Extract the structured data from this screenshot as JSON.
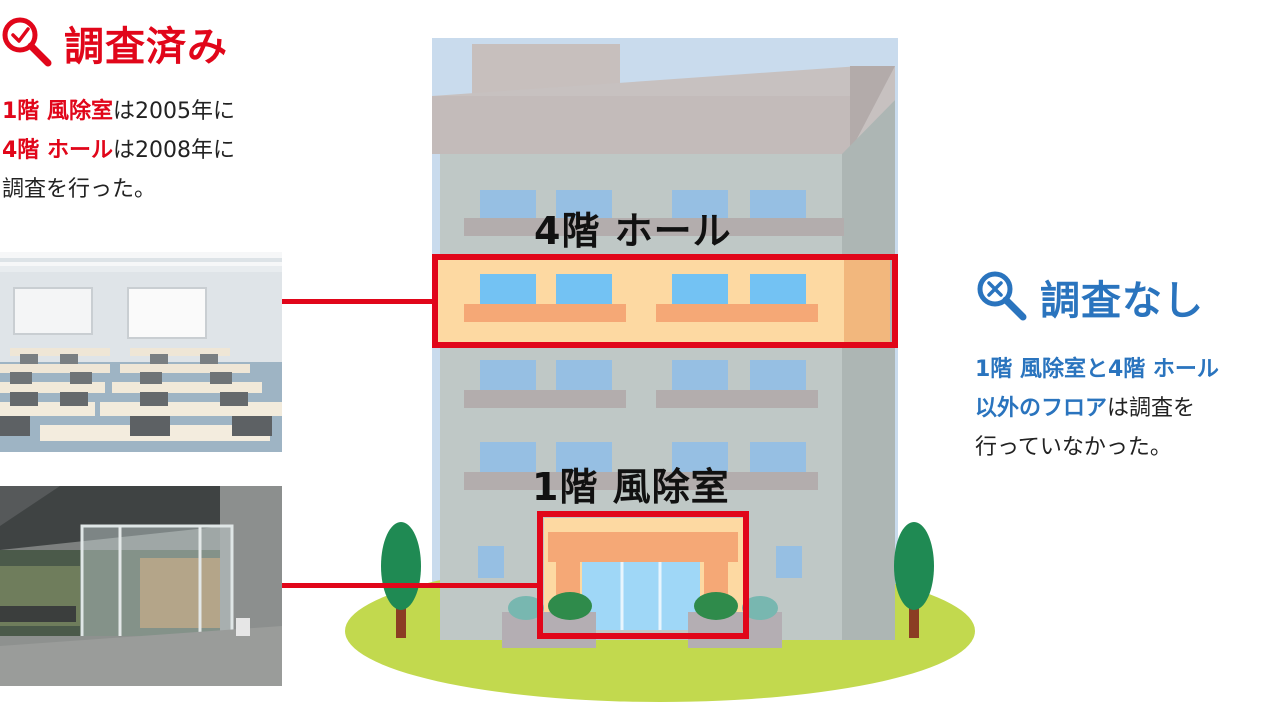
{
  "surveyed": {
    "title": "調査済み",
    "icon": "magnifier-check-icon",
    "color": "#e1061a",
    "line1_emph": "1階 風除室",
    "line1_rest": "は2005年に",
    "line2_emph": "4階 ホール",
    "line2_rest": "は2008年に",
    "line3": "調査を行った。"
  },
  "not_surveyed": {
    "title": "調査なし",
    "icon": "magnifier-x-icon",
    "color": "#2a74be",
    "line1_emph": "1階 風除室と4階 ホール",
    "line2_emph": "以外のフロア",
    "line2_rest": "は調査を",
    "line3": "行っていなかった。"
  },
  "building": {
    "floor4_label": "4階 ホール",
    "floor1_label": "1階 風除室"
  }
}
